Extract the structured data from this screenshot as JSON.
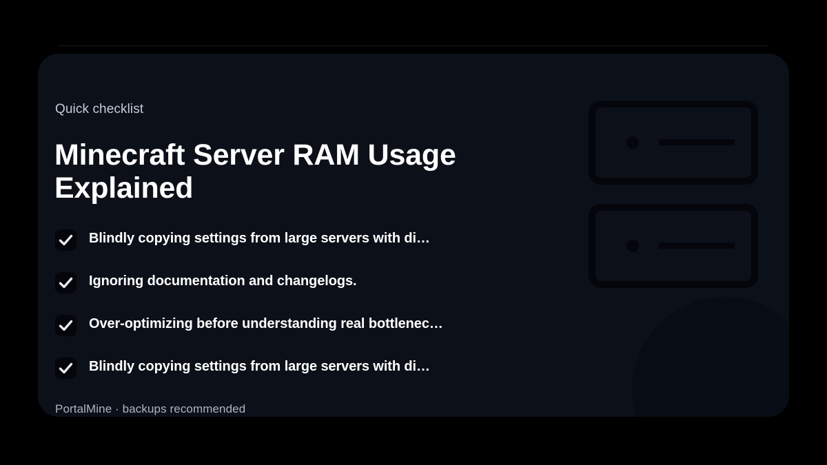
{
  "card": {
    "eyebrow": "Quick checklist",
    "title": "Minecraft Server RAM Usage Explained",
    "footer": "PortalMine · backups recommended",
    "background_color": "#0b1019",
    "title_color": "#ffffff",
    "eyebrow_color": "#c6ccd8",
    "footer_color": "#aeb6c4"
  },
  "checklist": {
    "items": [
      {
        "label": "Blindly copying settings from large servers with di…",
        "checked": true
      },
      {
        "label": "Ignoring documentation and changelogs.",
        "checked": true
      },
      {
        "label": "Over-optimizing before understanding real bottlenec…",
        "checked": true
      },
      {
        "label": "Blindly copying settings from large servers with di…",
        "checked": true
      }
    ],
    "checkbox_color": "#04060c",
    "checkmark_color": "#e8ecf2"
  },
  "artwork": {
    "racks": [
      {
        "name": "server-rack-unit-1"
      },
      {
        "name": "server-rack-unit-2"
      }
    ],
    "outline_color": "#04060c"
  }
}
